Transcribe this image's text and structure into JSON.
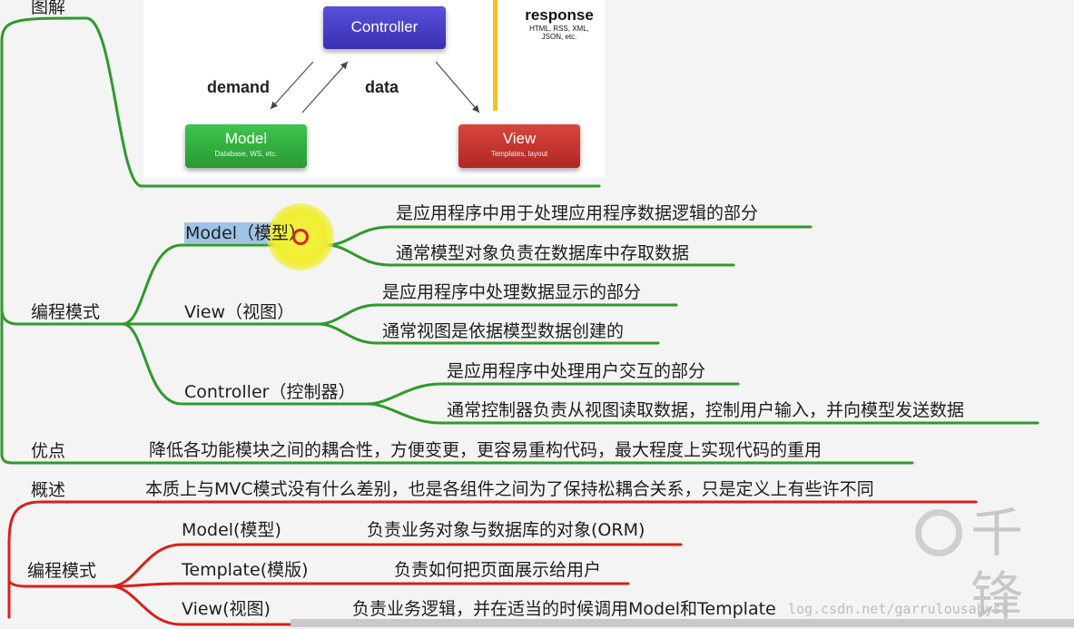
{
  "diagram": {
    "controller": "Controller",
    "model": "Model",
    "model_sub": "Database, WS, etc.",
    "view": "View",
    "view_sub": "Templates, layout",
    "demand": "demand",
    "data": "data",
    "response": "response",
    "response_sub1": "HTML, RSS, XML,",
    "response_sub2": "JSON, etc."
  },
  "mvc": {
    "tujie": "图解",
    "mode_label": "编程模式",
    "model_label": "Model（模型）",
    "model_d1": "是应用程序中用于处理应用程序数据逻辑的部分",
    "model_d2": "通常模型对象负责在数据库中存取数据",
    "view_label": "View（视图）",
    "view_d1": "是应用程序中处理数据显示的部分",
    "view_d2": "通常视图是依据模型数据创建的",
    "ctrl_label": "Controller（控制器）",
    "ctrl_d1": "是应用程序中处理用户交互的部分",
    "ctrl_d2": "通常控制器负责从视图读取数据，控制用户输入，并向模型发送数据",
    "adv_label": "优点",
    "adv_text": "降低各功能模块之间的耦合性，方便变更，更容易重构代码，最大程度上实现代码的重用"
  },
  "mvt": {
    "overview_label": "概述",
    "overview_text": "本质上与MVC模式没有什么差别，也是各组件之间为了保持松耦合关系，只是定义上有些许不同",
    "mode_label": "编程模式",
    "model_label": "Model(模型)",
    "model_desc": "负责业务对象与数据库的对象(ORM)",
    "template_label": "Template(模版)",
    "template_desc": "负责如何把页面展示给用户",
    "view_label": "View(视图)",
    "view_desc": "负责业务逻辑，并在适当的时候调用Model和Template"
  },
  "watermark": {
    "brand": "千锋",
    "url": "log.csdn.net/garrulousabyss"
  },
  "colors": {
    "green": "#2f9a2c",
    "red": "#d8201b",
    "controller_box": "#4a3fc8",
    "model_box": "#2fae3f",
    "view_box": "#c8332c",
    "response_bar": "#f6c21c"
  }
}
